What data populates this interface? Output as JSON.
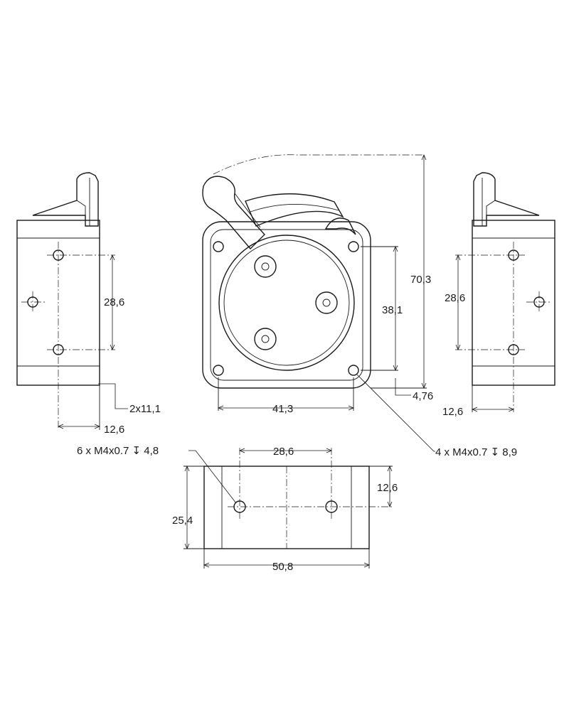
{
  "labels": {
    "left_height": "28,6",
    "left_hole": "2x11,1",
    "left_depth": "12,6",
    "front_total_height": "70,3",
    "front_hole_spacing_v": "38,1",
    "front_hole_spacing_h": "41,3",
    "front_offset": "4,76",
    "front_thread_note": "4 x M4x0.7 ↧ 8,9",
    "right_height": "28,6",
    "right_depth": "12,6",
    "bottom_thread_note": "6 x M4x0.7 ↧ 4,8",
    "bottom_hole_spacing": "28,6",
    "bottom_hole_offset": "12,6",
    "bottom_height": "25,4",
    "bottom_width": "50,8"
  }
}
